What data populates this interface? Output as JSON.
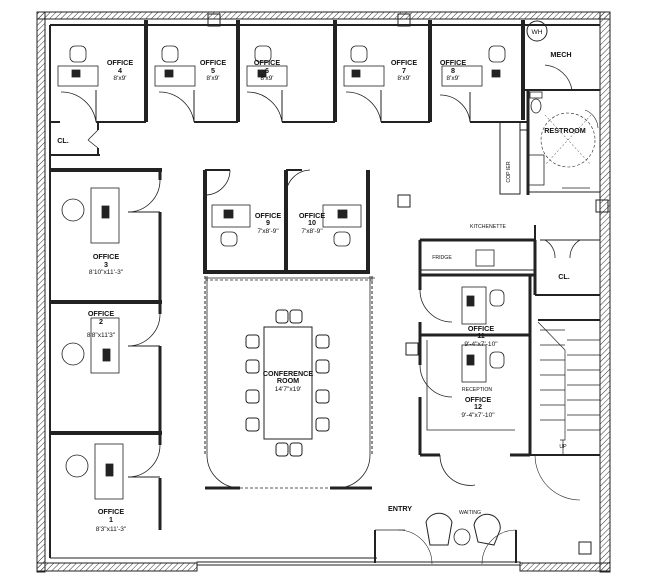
{
  "rooms": {
    "office4": {
      "name": "OFFICE",
      "num": "4",
      "size": "8'x9'"
    },
    "office5": {
      "name": "OFFICE",
      "num": "5",
      "size": "8'x9'"
    },
    "office6": {
      "name": "OFFICE",
      "num": "6",
      "size": "8'x9'"
    },
    "office7": {
      "name": "OFFICE",
      "num": "7",
      "size": "8'x9'"
    },
    "office8": {
      "name": "OFFICE",
      "num": "8",
      "size": "8'x9'"
    },
    "office3": {
      "name": "OFFICE",
      "num": "3",
      "size": "8'10\"x11'-3\""
    },
    "office2": {
      "name": "OFFICE",
      "num": "2",
      "size": "8'8\"x11'3\""
    },
    "office1": {
      "name": "OFFICE",
      "num": "1",
      "size": "8'3\"x11'-3\""
    },
    "office9": {
      "name": "OFFICE",
      "num": "9",
      "size": "7'x8'-9\""
    },
    "office10": {
      "name": "OFFICE",
      "num": "10",
      "size": "7'x8'-9\""
    },
    "office11": {
      "name": "OFFICE",
      "num": "11",
      "size": "9'-4\"x7'-10\""
    },
    "office12": {
      "name": "OFFICE",
      "num": "12",
      "size": "9'-4\"x7'-10\""
    },
    "conference": {
      "name": "CONFERENCE",
      "name2": "ROOM",
      "size": "14'7\"x19'"
    },
    "mech": "MECH",
    "wh": "WH",
    "restroom": "RESTROOM",
    "cl_left": "CL.",
    "cl_right": "CL.",
    "kitchenette": "KITCHENETTE",
    "fridge": "FRIDGE",
    "copier": "COP IER",
    "reception": "RECEPTION",
    "entry": "ENTRY",
    "waiting": "WAITING",
    "up": "UP"
  }
}
